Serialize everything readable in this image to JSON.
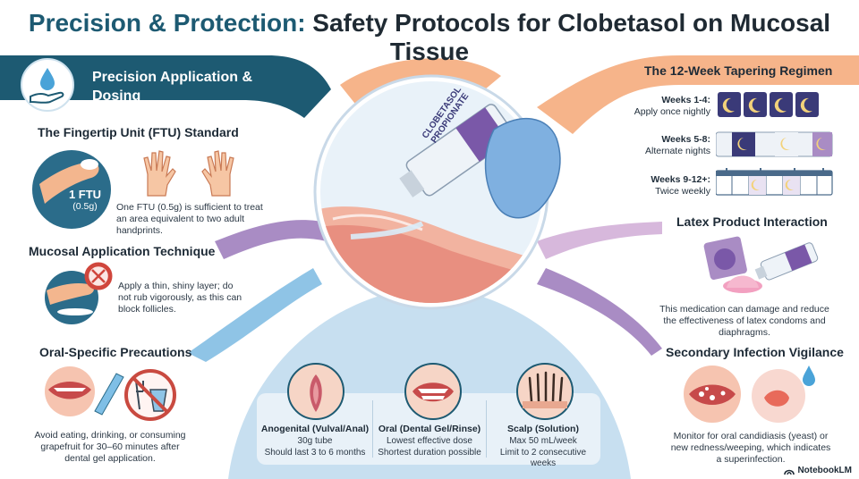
{
  "title": {
    "accent": "Precision & Protection:",
    "rest": " Safety Protocols for Clobetasol on Mucosal Tissue"
  },
  "left": {
    "header": "Precision Application & Dosing",
    "ftu": {
      "heading": "The Fingertip Unit (FTU) Standard",
      "badge_main": "1 FTU",
      "badge_sub": "(0.5g)",
      "text": "One FTU (0.5g) is sufficient to treat an area equivalent to two adult handprints."
    },
    "mucosal": {
      "heading": "Mucosal Application Technique",
      "text": "Apply a thin, shiny layer; do not rub vigorously, as this can block follicles."
    },
    "oral": {
      "heading": "Oral-Specific Precautions",
      "text": "Avoid eating, drinking, or consuming grapefruit for 30–60 minutes after dental gel application."
    }
  },
  "center": {
    "tube_label_1": "CLOBETASOL",
    "tube_label_2": "PROPIONATE"
  },
  "right": {
    "tapering": {
      "heading": "The 12-Week Tapering Regimen",
      "rows": [
        {
          "weeks": "Weeks 1-4:",
          "desc": "Apply once nightly"
        },
        {
          "weeks": "Weeks 5-8:",
          "desc": "Alternate nights"
        },
        {
          "weeks": "Weeks 9-12+:",
          "desc": "Twice weekly"
        }
      ]
    },
    "latex": {
      "heading": "Latex Product Interaction",
      "text": "This medication can damage and reduce the effectiveness of latex condoms and diaphragms."
    },
    "infection": {
      "heading": "Secondary Infection Vigilance",
      "text": "Monitor for oral candidiasis (yeast) or new redness/weeping, which indicates a superinfection."
    }
  },
  "bottom": {
    "columns": [
      {
        "heading": "Anogenital (Vulval/Anal)",
        "line1": "30g tube",
        "line2": "Should last 3 to 6 months"
      },
      {
        "heading": "Oral (Dental Gel/Rinse)",
        "line1": "Lowest effective dose",
        "line2": "Shortest duration possible"
      },
      {
        "heading": "Scalp (Solution)",
        "line1": "Max 50 mL/week",
        "line2": "Limit to 2 consecutive weeks"
      }
    ]
  },
  "brand": "NotebookLM",
  "colors": {
    "teal_dark": "#1d5a72",
    "orange_band": "#f6b48a",
    "lavender_band": "#a98cc4",
    "sky_band": "#8fc4e6",
    "glove_blue": "#7fb0e0",
    "night_purple": "#3a3a78",
    "moon_yellow": "#f3d27a"
  }
}
